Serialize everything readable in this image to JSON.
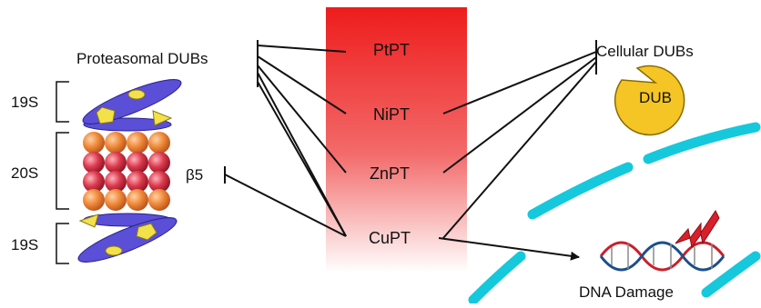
{
  "compounds": [
    "PtPT",
    "NiPT",
    "ZnPT",
    "CuPT"
  ],
  "proteasomal_dubs_label": "Proteasomal DUBs",
  "cellular_dubs_label": "Cellular DUBs",
  "dub_enzyme_label": "DUB",
  "beta5_label": "β5",
  "proteasome_segments": [
    "19S",
    "20S",
    "19S"
  ],
  "dna_damage_label": "DNA Damage",
  "colors": {
    "gradient_top": "#ee1c1c",
    "gradient_bottom": "#ffffff",
    "nucleus": "#16c8dc",
    "proteasome_ring": "#f08a3a",
    "proteasome_core": "#dc3b4e",
    "proteasome_cap": "#5a4fd6",
    "cap_decor": "#f2e14a",
    "dub_pacman": "#f4c525",
    "dna_red": "#c8202c",
    "dna_blue": "#1a4f8a"
  }
}
